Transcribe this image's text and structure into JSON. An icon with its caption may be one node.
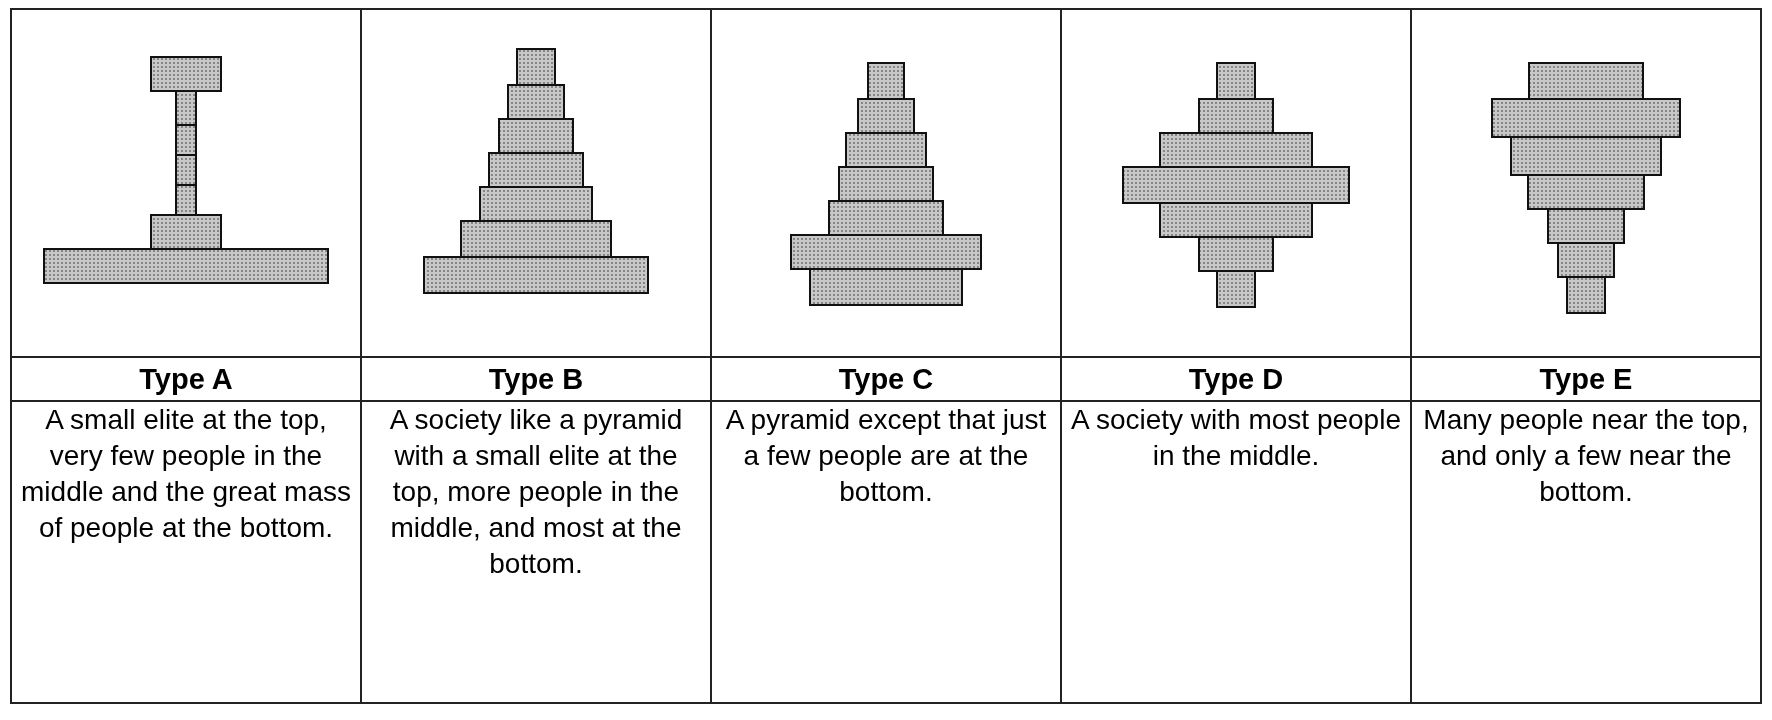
{
  "diagram": {
    "labels": [
      "Type A",
      "Type B",
      "Type C",
      "Type D",
      "Type E",
      "A small elite at the top, very few people in the middle and the great mass of people at the bottom.",
      "A society like a pyramid with a small elite at the top, more people in the middle, and most at the bottom.",
      "A pyramid except that just a few people are at the bottom.",
      "A society with most people in the middle.",
      "Many people near the top, and only a few near the bottom."
    ]
  }
}
